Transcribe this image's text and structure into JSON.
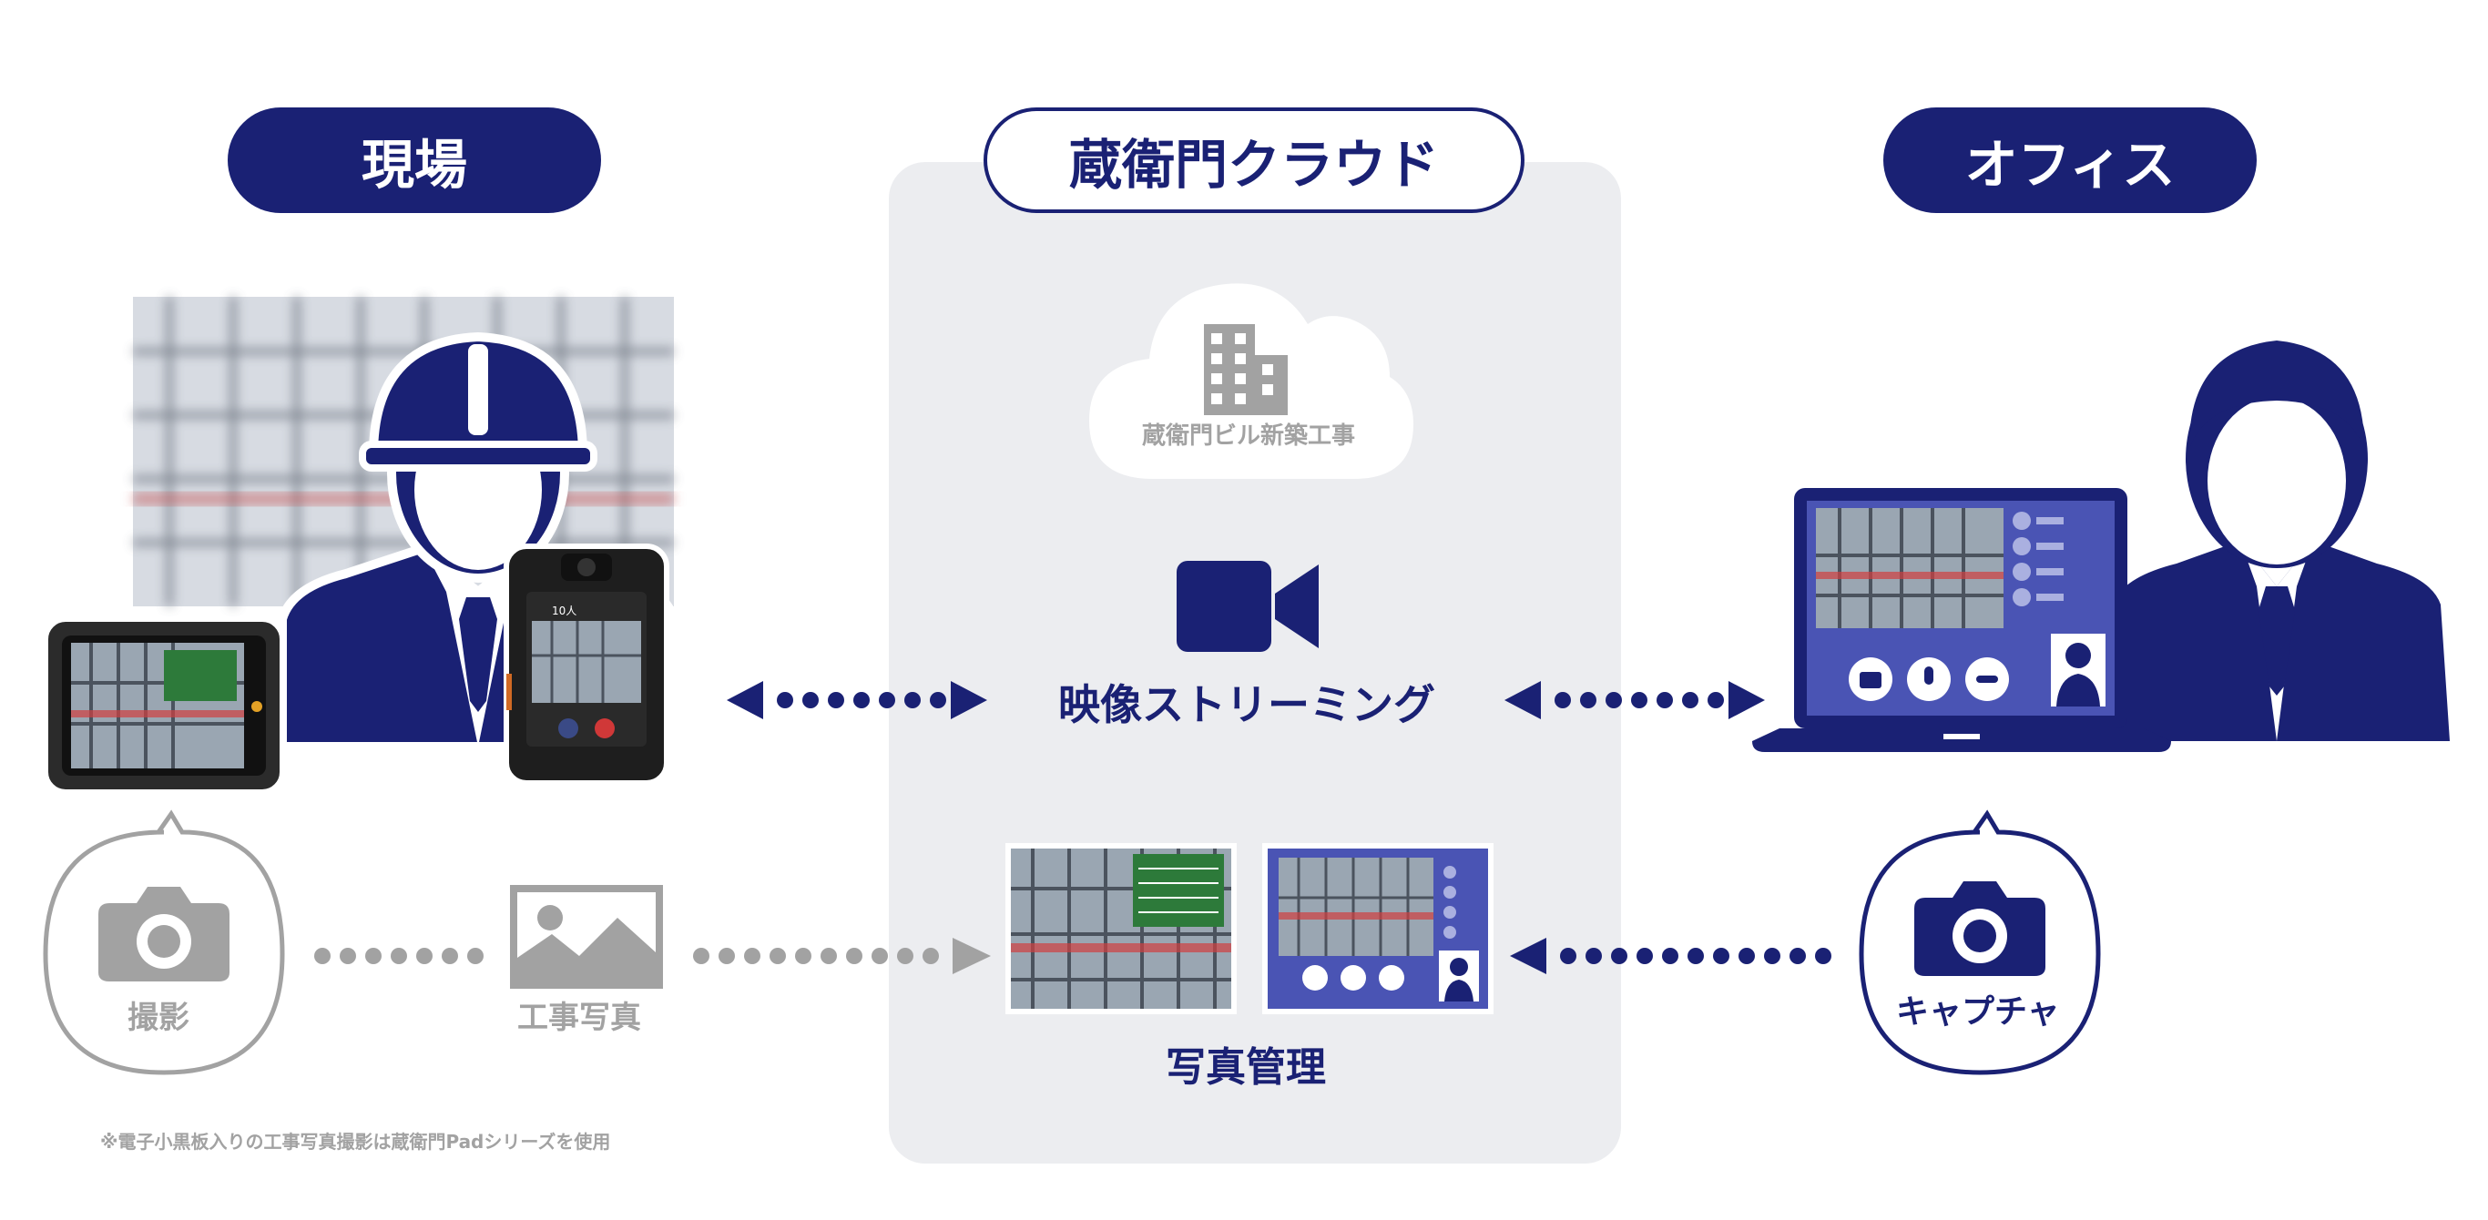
{
  "headers": {
    "site": "現場",
    "cloud": "蔵衛門クラウド",
    "office": "オフィス"
  },
  "cloud": {
    "project": "蔵衛門ビル新築工事",
    "streaming": "映像ストリーミング",
    "photo_management": "写真管理"
  },
  "site_flow": {
    "shoot": "撮影",
    "photo": "工事写真"
  },
  "office_flow": {
    "capture": "キャプチャ"
  },
  "device": {
    "participants": "10人"
  },
  "footnote": "※電子小黒板入りの工事写真撮影は蔵衛門Padシリーズを使用",
  "colors": {
    "navy": "#1a2174",
    "gray": "#a2a2a2",
    "panel": "#ecedf0",
    "screen_blue": "#4a54b4"
  }
}
